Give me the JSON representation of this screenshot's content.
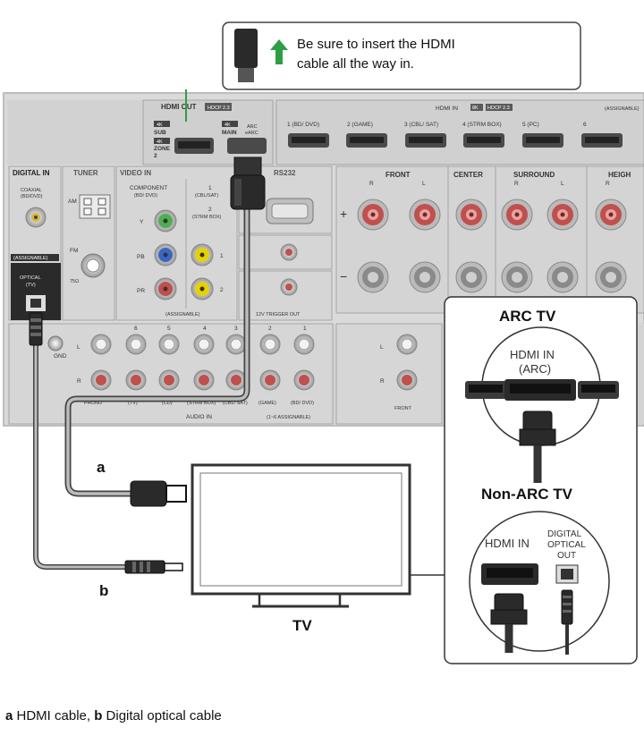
{
  "note": {
    "line1": "Be sure to insert the HDMI",
    "line2": "cable all the way in."
  },
  "receiver": {
    "hdmi_out": "HDMI OUT",
    "hdcp_out": "HDCP 2.3",
    "sub_4k": "4K",
    "sub": "SUB",
    "zone_4k": "4K",
    "zone": "ZONE",
    "zone_num": "2",
    "main_4k": "4K",
    "main": "MAIN",
    "arc": "ARC",
    "earc": "eARC",
    "hdmi_in": "HDMI IN",
    "hdmi_in_badge1": "8K",
    "hdmi_in_badge2": "HDCP 2.3",
    "assignable": "(ASSIGNABLE)",
    "hdmi_inputs": [
      "1 (BD/ DVD)",
      "2 (GAME)",
      "3 (CBL/ SAT)",
      "4 (STRM BOX)",
      "5 (PC)",
      "6"
    ],
    "digital_in": "DIGITAL IN",
    "coaxial": "COAXIAL",
    "coaxial_sub": "(BD/DVD)",
    "assignable_tag": "(ASSIGNABLE)",
    "optical": "OPTICAL",
    "optical_sub": "(TV)",
    "tuner": "TUNER",
    "am": "AM",
    "fm": "FM",
    "fm_ohm": "75Ω",
    "video_in": "VIDEO IN",
    "component": "COMPONENT",
    "component_sub": "(BD/ DVD)",
    "comp_y": "Y",
    "comp_pb": "PB",
    "comp_pr": "PR",
    "video1": "1",
    "video1_sub": "(CBL/SAT)",
    "video2": "2",
    "video2_sub": "(STRM BOX)",
    "v_num1": "1",
    "v_num2": "2",
    "assignable_vid": "(ASSIGNABLE)",
    "rs232": "RS232",
    "front": "FRONT",
    "center": "CENTER",
    "surround": "SURROUND",
    "height": "HEIGH",
    "r": "R",
    "l": "L",
    "plus": "+",
    "minus": "−",
    "trigger": "12V TRIGGER OUT",
    "audio_in": "AUDIO IN",
    "audio_assign": "(1~6 ASSIGNABLE)",
    "audio_nums": [
      "6",
      "5",
      "4",
      "3",
      "2",
      "1"
    ],
    "audio_labels": [
      "(TV)",
      "(CD)",
      "(STRM BOX)",
      "(CBL/ SAT)",
      "(GAME)",
      "(BD/ DVD)"
    ],
    "phono": "PHONO",
    "gnd": "GND",
    "audio_l": "L",
    "audio_r": "R",
    "pre_l": "L",
    "pre_r": "R",
    "pre_front": "FRONT"
  },
  "inset": {
    "arc_title": "ARC TV",
    "arc_port1": "HDMI IN",
    "arc_port2": "(ARC)",
    "nonarc_title": "Non-ARC TV",
    "nonarc_port": "HDMI IN",
    "opt1": "DIGITAL",
    "opt2": "OPTICAL",
    "opt3": "OUT"
  },
  "cable_a": "a",
  "cable_b": "b",
  "tv_label": "TV",
  "caption": {
    "a": "a",
    "a_text": " HDMI cable, ",
    "b": "b",
    "b_text": " Digital optical cable"
  },
  "colors": {
    "panel": "#d9d9d9",
    "panel_dark": "#c8c8c8",
    "speaker_red": "#c0504d",
    "arrow_green": "#2e9e46",
    "rca_yellow": "#e6d200",
    "rca_green": "#4caf50",
    "rca_blue": "#3a66c4"
  }
}
